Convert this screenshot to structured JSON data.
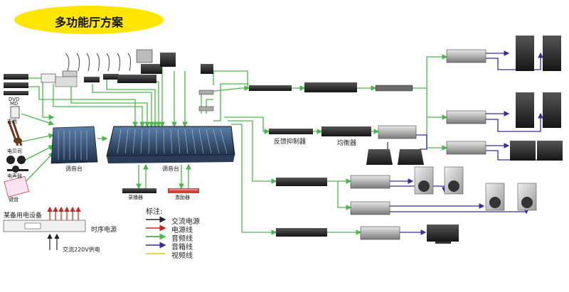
{
  "title": "多功能厅方案",
  "labels": {
    "mixer_main": "调音台",
    "mixer_small": "调音台",
    "feedback_suppressor": "反馈抑制器",
    "equalizer": "均衡器",
    "recorder": "录播器",
    "exciter": "激励器",
    "guitar": "吉他",
    "bass": "电贝司",
    "drums": "电声鼓",
    "keyboard": "键盘",
    "dvd": "DVD",
    "md": "MD",
    "power_sequencer": "时序电源",
    "power_equipment": "某备用电设备",
    "ac_supply": "交流220V供电"
  },
  "legend": {
    "heading": "标注:",
    "items": [
      {
        "label": "交流电源",
        "color": "#222222"
      },
      {
        "label": "电源线",
        "color": "#cc2222"
      },
      {
        "label": "音频线",
        "color": "#2e9e2e"
      },
      {
        "label": "音箱线",
        "color": "#3a2a9a"
      },
      {
        "label": "视频线",
        "color": "#e6c800"
      }
    ]
  },
  "colors": {
    "title_bg": "#ffe600",
    "audio": "#4bb84b",
    "speaker": "#3a2a9a",
    "power": "#cc2222",
    "ac": "#222222"
  }
}
